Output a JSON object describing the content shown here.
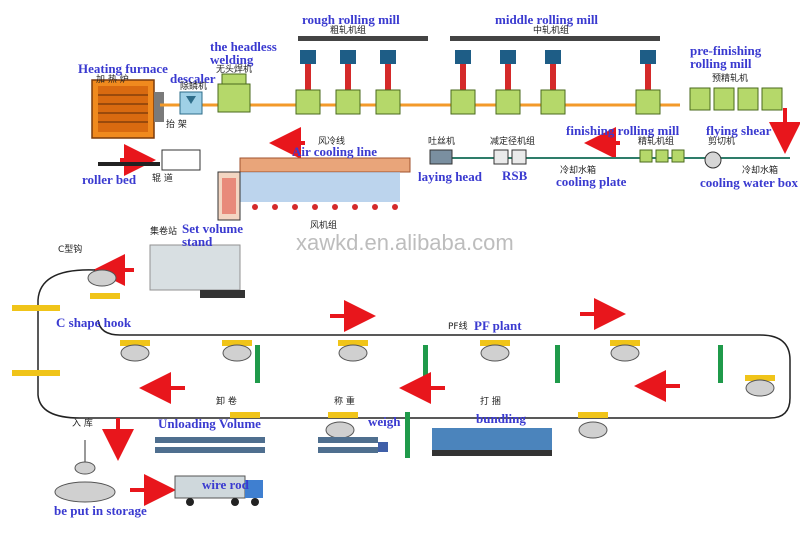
{
  "labels": {
    "heating_furnace": "Heating furnace",
    "heating_furnace_zh": "加 热 炉",
    "headless_welding": "the headless welding",
    "headless_welding_zh": "无头焊机",
    "descaler": "descaler",
    "descaler_zh": "除鳞机",
    "rough_rolling_mill": "rough rolling mill",
    "rough_rolling_mill_zh": "粗轧机组",
    "middle_rolling_mill": "middle rolling mill",
    "middle_rolling_mill_zh": "中轧机组",
    "pre_finishing_mill": "pre-finishing rolling mill",
    "pre_finishing_mill_zh": "预精轧机",
    "lifting_frame_zh": "抬  架",
    "roller_bed": "roller bed",
    "roller_bed_zh": "辊  道",
    "air_cooling_line": "Air cooling line",
    "air_cooling_line_zh": "风冷线",
    "laying_head": "laying head",
    "laying_head_zh": "吐丝机",
    "rsb": "RSB",
    "rsb_zh": "减定径机组",
    "finishing_mill": "finishing rolling mill",
    "finishing_mill_zh": "精轧机组",
    "flying_shear": "flying shear",
    "flying_shear_zh": "剪切机",
    "cooling_plate": "cooling plate",
    "cooling_plate_zh": "冷却水箱",
    "cooling_water_box": "cooling water box",
    "cooling_water_box_zh": "冷却水箱",
    "fan_group_zh": "风机组",
    "coil_collecting_zh": "集卷站",
    "set_volume_stand": "Set volume stand",
    "c_hook": "C shape hook",
    "c_hook_zh": "C型钩",
    "pf_line_zh": "PF线",
    "pf_plant": "PF plant",
    "unloading_zh": "卸  卷",
    "unloading_volume": "Unloading Volume",
    "weigh": "weigh",
    "weigh_zh": "称  重",
    "bundling": "bundling",
    "bundling_zh": "打  捆",
    "storage_zh": "入  库",
    "be_put_in_storage": "be put in storage",
    "wire_rod": "wire rod",
    "watermark": "xawkd.en.alibaba.com"
  },
  "colors": {
    "label_blue": "#3a3ad0",
    "arrow_red": "#e8161c",
    "mill_green": "#b5d86a",
    "mill_dark": "#2d7a4a",
    "motor_blue": "#1e5d86",
    "roll_line_orange": "#f39a2a",
    "furnace_orange": "#f08a1e",
    "hook_yellow": "#f0c419",
    "hook_red": "#c0392b",
    "pole_green": "#1f9a4a",
    "truck_blue": "#3f7fd0"
  }
}
